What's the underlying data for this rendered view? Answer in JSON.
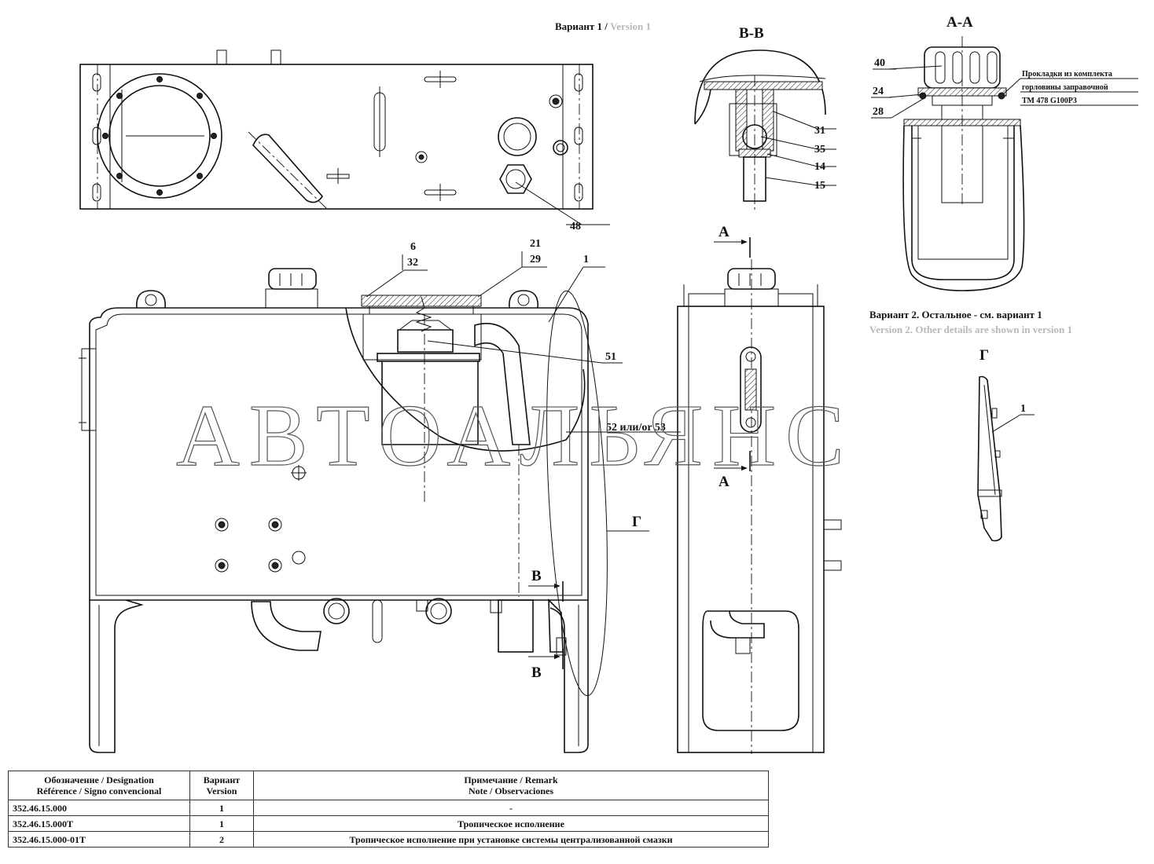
{
  "header": {
    "variant_ru": "Вариант 1 /",
    "variant_en": "Version 1"
  },
  "sections": {
    "bb": "B-B",
    "aa": "A-A",
    "g": "Г"
  },
  "variant2": {
    "ru": "Вариант 2. Остальное - см. вариант 1",
    "en": "Version 2. Other details are shown in version 1"
  },
  "gasket_note": [
    "Прокладки из комплекта",
    "горловины заправочной",
    "ТМ 478 G100P3"
  ],
  "watermark": "АВТОАЛЬЯНС",
  "callouts": {
    "c1a": "1",
    "c1b": "1",
    "c6": "6",
    "c32": "32",
    "c21": "21",
    "c29": "29",
    "c51": "51",
    "c52": "52 или/or 53",
    "c48": "48",
    "c31": "31",
    "c35": "35",
    "c14": "14",
    "c15": "15",
    "c40": "40",
    "c24": "24",
    "c28": "28",
    "cg": "Г",
    "a_top": "A",
    "a_bot": "A",
    "b_top": "B",
    "b_bot": "B"
  },
  "table": {
    "headers": {
      "designation": [
        "Обозначение / Designation",
        "Référence / Signo convencional"
      ],
      "variant": [
        "Вариант",
        "Version"
      ],
      "remark": [
        "Примечание / Remark",
        "Note / Observaciones"
      ]
    },
    "rows": [
      {
        "designation": "352.46.15.000",
        "variant": "1",
        "remark": "-"
      },
      {
        "designation": "352.46.15.000T",
        "variant": "1",
        "remark": "Тропическое исполнение"
      },
      {
        "designation": "352.46.15.000-01T",
        "variant": "2",
        "remark": "Тропическое исполнение при установке системы централизованной смазки"
      }
    ]
  }
}
